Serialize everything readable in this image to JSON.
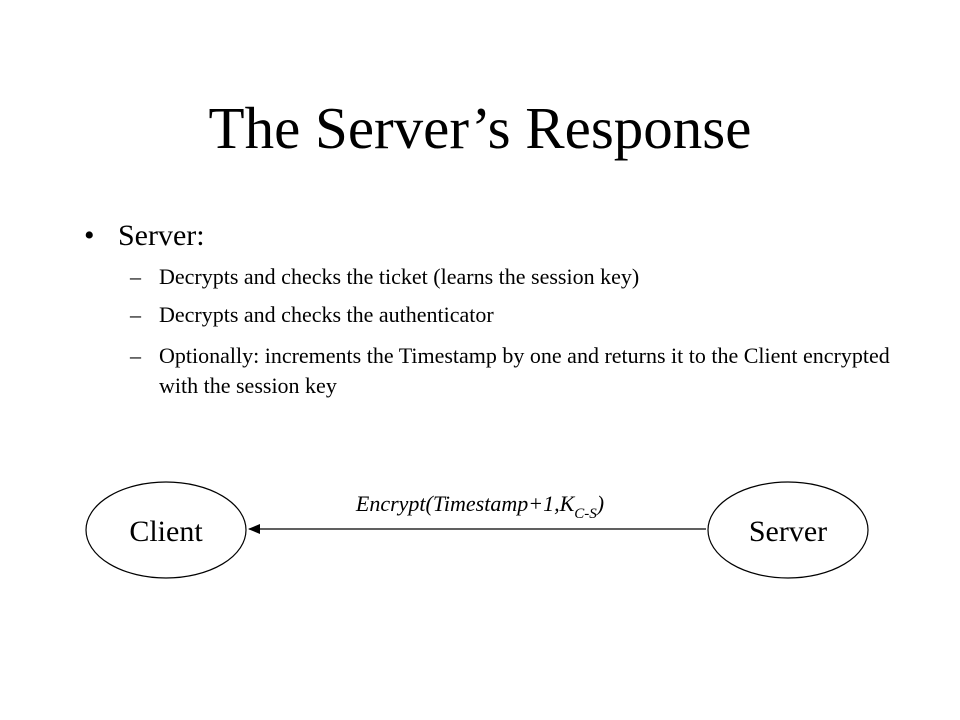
{
  "slide": {
    "title": "The Server’s Response",
    "bullet_symbol": "•",
    "bullet": "Server:",
    "sub_dash": "–",
    "sub_items": [
      "Decrypts and checks the ticket (learns the session key)",
      "Decrypts and checks the authenticator",
      "Optionally: increments the Timestamp by one and returns it to the Client encrypted with the session key"
    ]
  },
  "diagram": {
    "nodes": {
      "client": "Client",
      "server": "Server"
    },
    "edge": {
      "from": "Server",
      "to": "Client",
      "label_main": "Encrypt(Timestamp+1,K",
      "label_sub": "C-S",
      "label_end": ")"
    }
  }
}
